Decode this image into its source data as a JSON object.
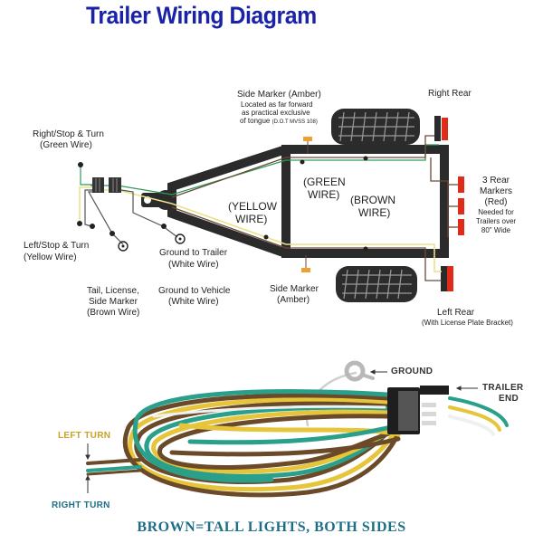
{
  "title": "Trailer Wiring Diagram",
  "diagram": {
    "labels": {
      "side_marker_top": "Side Marker (Amber)",
      "side_marker_top_note_1": "Located as far forward",
      "side_marker_top_note_2": "as practical exclusive",
      "side_marker_top_note_3": "of tongue",
      "side_marker_top_note_ref": "(D.O.T MVSS 108)",
      "right_rear": "Right Rear",
      "rear_markers_1": "3 Rear",
      "rear_markers_2": "Markers",
      "rear_markers_3": "(Red)",
      "rear_markers_note_1": "Needed for",
      "rear_markers_note_2": "Trailers over",
      "rear_markers_note_3": "80\" Wide",
      "left_rear": "Left Rear",
      "left_rear_note": "(With License Plate Bracket)",
      "right_stop_turn": "Right/Stop & Turn",
      "right_stop_turn_wire": "(Green Wire)",
      "left_stop_turn": "Left/Stop & Turn",
      "left_stop_turn_wire": "(Yellow Wire)",
      "ground_trailer": "Ground to Trailer",
      "ground_trailer_wire": "(White Wire)",
      "tail_license_1": "Tail, License,",
      "tail_license_2": "Side Marker",
      "tail_license_wire": "(Brown Wire)",
      "ground_vehicle": "Ground to Vehicle",
      "ground_vehicle_wire": "(White Wire)",
      "side_marker_bottom_1": "Side Marker",
      "side_marker_bottom_2": "(Amber)",
      "yellow_wire_1": "(YELLOW",
      "yellow_wire_2": "WIRE)",
      "green_wire_1": "(GREEN",
      "green_wire_2": "WIRE)",
      "brown_wire_1": "(BROWN",
      "brown_wire_2": "WIRE)"
    },
    "colors": {
      "frame": "#2b2b2b",
      "green_wire": "#2e9a5a",
      "yellow_wire": "#e8e28a",
      "brown_wire": "#6b4a3a",
      "white_wire": "#555555",
      "amber": "#f0a030",
      "red_light": "#e02a1a"
    }
  },
  "photo": {
    "ground_label": "GROUND",
    "trailer_end_1": "TRAILER",
    "trailer_end_2": "END",
    "left_turn": "LEFT TURN",
    "right_turn": "RIGHT TURN",
    "colors": {
      "left_turn_text": "#c9a227",
      "right_turn_text": "#1e6f86"
    }
  },
  "caption": "BROWN=TALL LIGHTS, BOTH SIDES"
}
